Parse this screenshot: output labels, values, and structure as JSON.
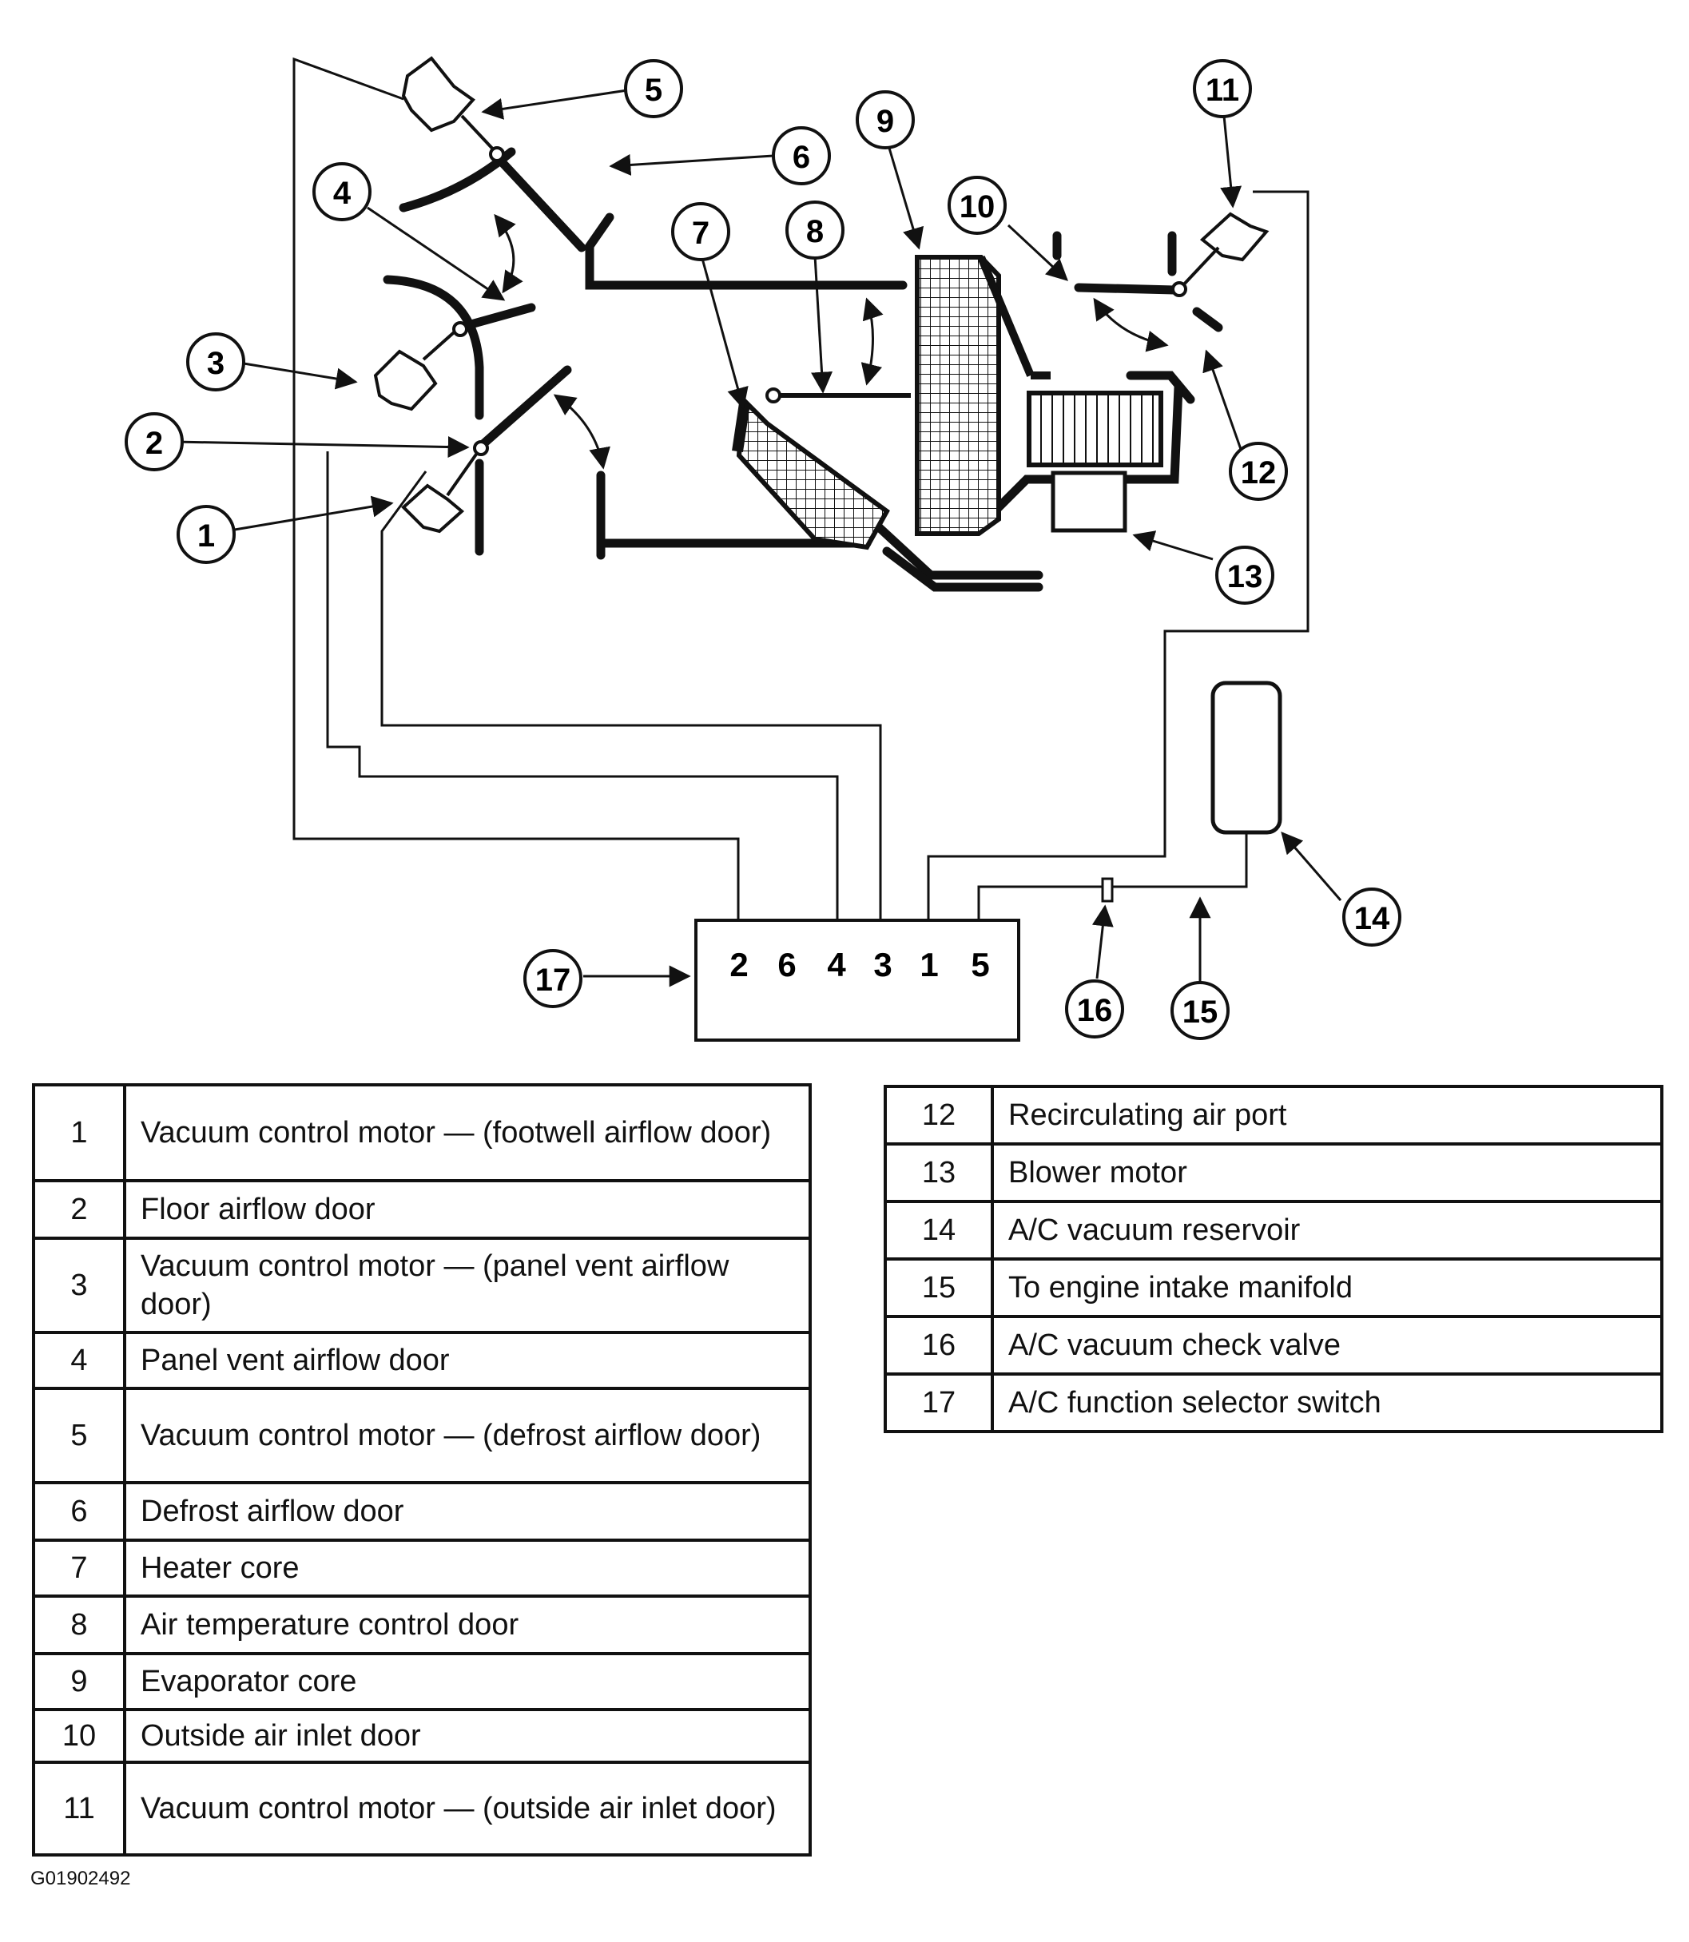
{
  "figure": {
    "code": "G01902492",
    "callouts": [
      "1",
      "2",
      "3",
      "4",
      "5",
      "6",
      "7",
      "8",
      "9",
      "10",
      "11",
      "12",
      "13",
      "14",
      "15",
      "16",
      "17"
    ],
    "switch_ports": [
      "2",
      "6",
      "4",
      "3",
      "1",
      "5"
    ]
  },
  "legend_left": [
    {
      "num": "1",
      "text": "Vacuum control motor — (footwell airflow door)"
    },
    {
      "num": "2",
      "text": "Floor airflow door"
    },
    {
      "num": "3",
      "text": "Vacuum control motor — (panel vent airflow door)"
    },
    {
      "num": "4",
      "text": "Panel vent airflow door"
    },
    {
      "num": "5",
      "text": "Vacuum control motor — (defrost airflow door)"
    },
    {
      "num": "6",
      "text": "Defrost airflow door"
    },
    {
      "num": "7",
      "text": "Heater core"
    },
    {
      "num": "8",
      "text": "Air temperature control door"
    },
    {
      "num": "9",
      "text": "Evaporator core"
    },
    {
      "num": "10",
      "text": "Outside air inlet door"
    },
    {
      "num": "11",
      "text": "Vacuum control motor — (outside air inlet door)"
    }
  ],
  "legend_right": [
    {
      "num": "12",
      "text": "Recirculating air port"
    },
    {
      "num": "13",
      "text": "Blower motor"
    },
    {
      "num": "14",
      "text": "A/C vacuum reservoir"
    },
    {
      "num": "15",
      "text": "To engine intake manifold"
    },
    {
      "num": "16",
      "text": "A/C vacuum check valve"
    },
    {
      "num": "17",
      "text": "A/C function selector switch"
    }
  ]
}
